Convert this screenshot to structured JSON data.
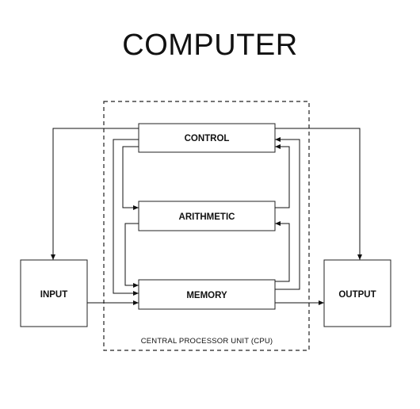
{
  "title": "COMPUTER",
  "cpu_label": "CENTRAL PROCESSOR UNIT (CPU)",
  "blocks": {
    "control": "CONTROL",
    "arithmetic": "ARITHMETIC",
    "memory": "MEMORY",
    "input": "INPUT",
    "output": "OUTPUT"
  }
}
